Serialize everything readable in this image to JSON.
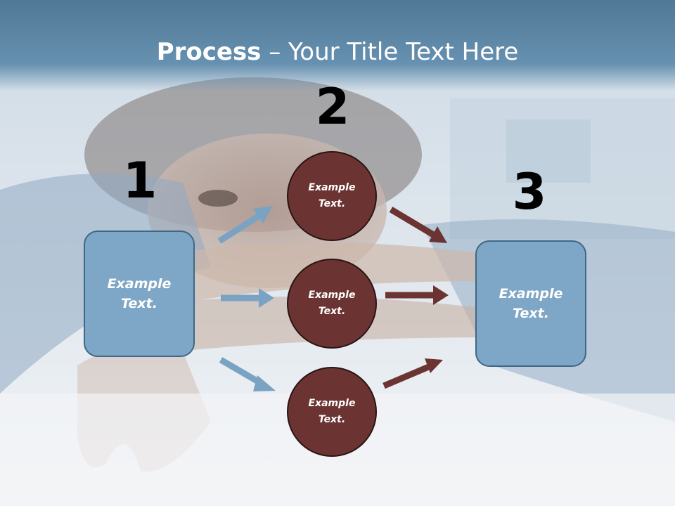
{
  "title": {
    "bold": "Process",
    "rest": " – Your Title Text Here"
  },
  "steps": [
    {
      "number": "1",
      "text": "Example Text."
    },
    {
      "number": "2",
      "items": [
        "Example Text.",
        "Example Text.",
        "Example Text."
      ]
    },
    {
      "number": "3",
      "text": "Example Text."
    }
  ],
  "colors": {
    "title_band": "#5a83a3",
    "box_fill": "#7ea6c6",
    "circle_fill": "#6b3432",
    "arrow_blue": "#7aa3c3",
    "arrow_red": "#6b3432"
  }
}
